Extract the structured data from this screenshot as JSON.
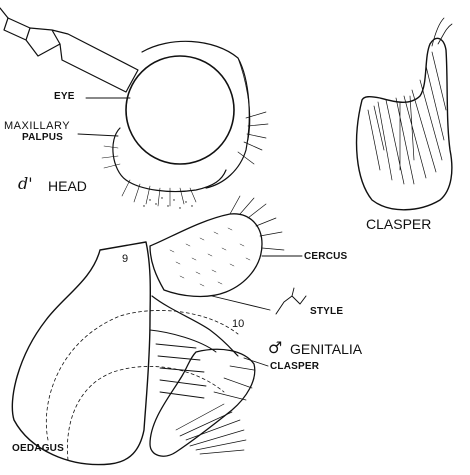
{
  "head_panel": {
    "eye_label": "EYE",
    "maxillary_label": "MAXILLARY",
    "palpus_label": "PALPUS",
    "male_symbol_italic": "d'",
    "head_caption": "HEAD"
  },
  "clasper_panel": {
    "caption": "CLASPER"
  },
  "genitalia_panel": {
    "segment_9": "9",
    "segment_10": "10",
    "cercus_label": "CERCUS",
    "style_label": "STYLE",
    "male_symbol": "♂",
    "genitalia_caption": "GENITALIA",
    "clasper_label": "CLASPER",
    "oedagus_label": "OEDAGUS"
  },
  "colors": {
    "ink": "#111111",
    "paper": "#ffffff"
  }
}
